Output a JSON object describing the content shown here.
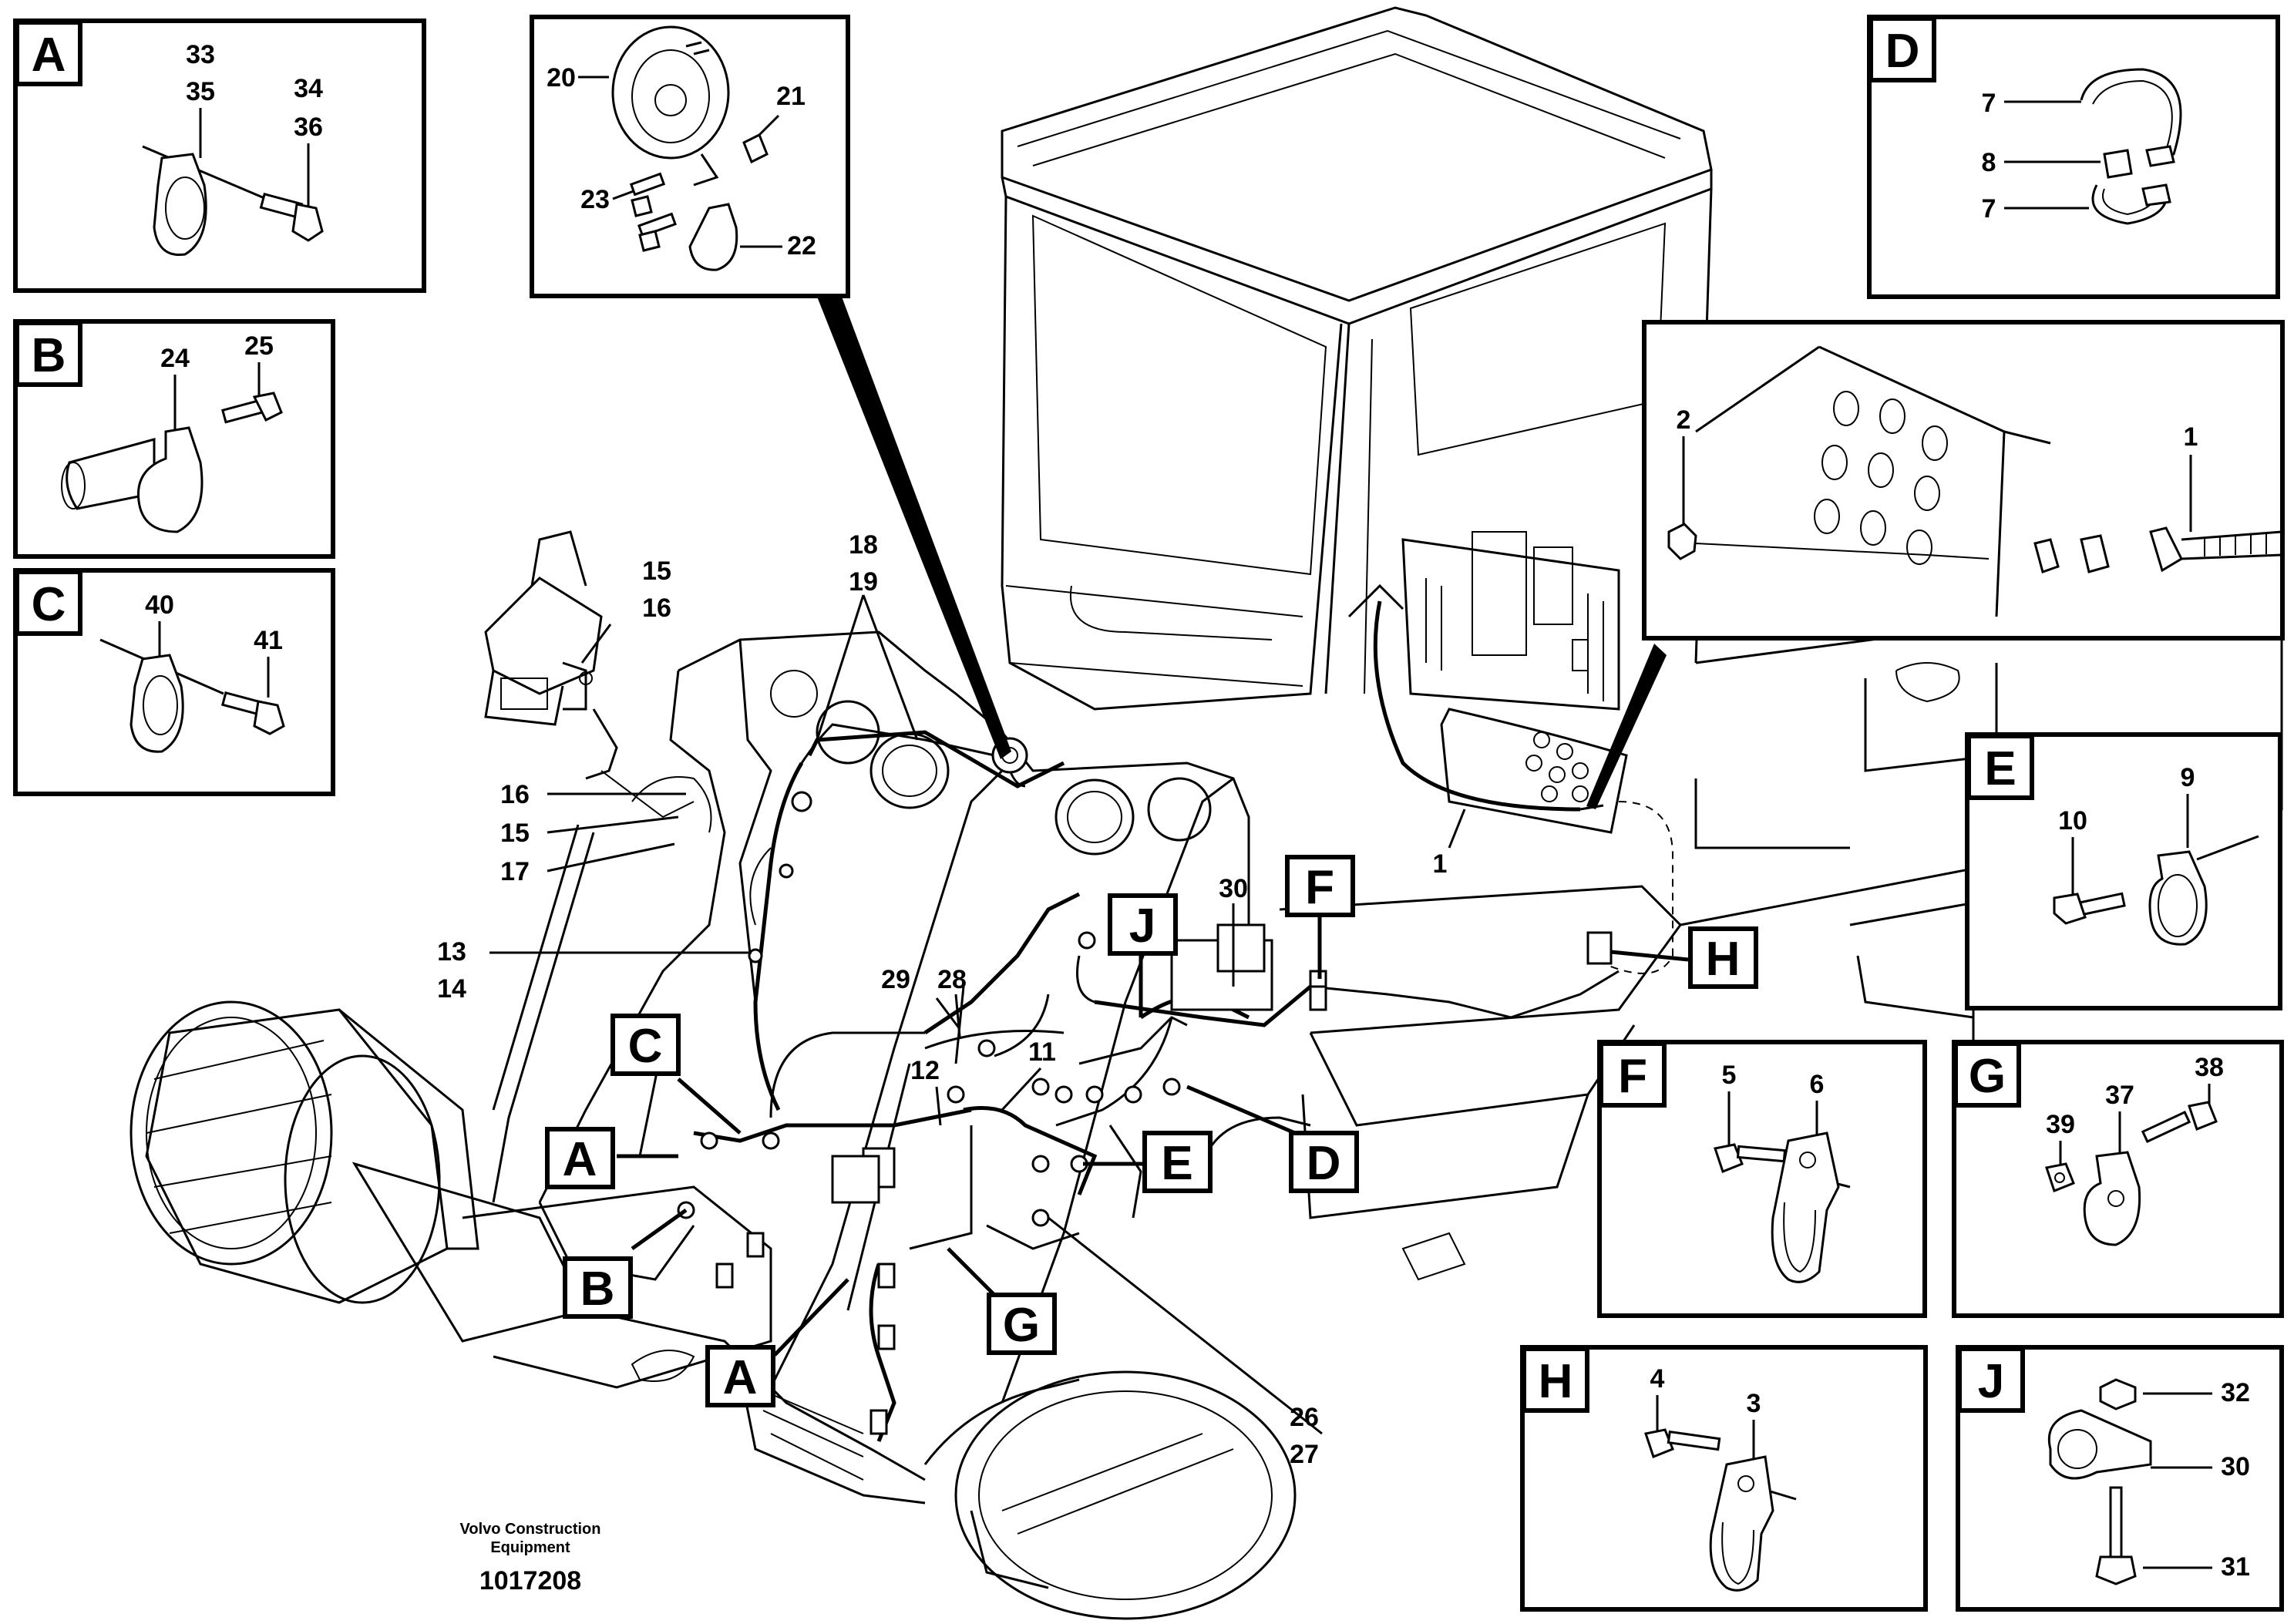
{
  "footer": {
    "company_line1": "Volvo Construction",
    "company_line2": "Equipment",
    "drawing_number": "1017208"
  },
  "detail_panels": {
    "A": {
      "letter": "A",
      "callouts": [
        "33",
        "35",
        "34",
        "36"
      ]
    },
    "B": {
      "letter": "B",
      "callouts": [
        "24",
        "25"
      ]
    },
    "C": {
      "letter": "C",
      "callouts": [
        "40",
        "41"
      ]
    },
    "D": {
      "letter": "D",
      "callouts": [
        "7",
        "8",
        "7"
      ]
    },
    "E": {
      "letter": "E",
      "callouts": [
        "10",
        "9"
      ]
    },
    "F": {
      "letter": "F",
      "callouts": [
        "5",
        "6"
      ]
    },
    "G": {
      "letter": "G",
      "callouts": [
        "37",
        "38",
        "39"
      ]
    },
    "H": {
      "letter": "H",
      "callouts": [
        "4",
        "3"
      ]
    },
    "J": {
      "letter": "J",
      "callouts": [
        "32",
        "30",
        "31"
      ]
    },
    "horn": {
      "callouts": [
        "20",
        "21",
        "23",
        "22"
      ]
    },
    "connector": {
      "callouts": [
        "2",
        "1"
      ]
    }
  },
  "main_callouts": {
    "c15a": "15",
    "c16a": "16",
    "c18": "18",
    "c19": "19",
    "c16b": "16",
    "c15b": "15",
    "c17": "17",
    "c13": "13",
    "c14": "14",
    "c1": "1",
    "c30": "30",
    "c29": "29",
    "c28": "28",
    "c12": "12",
    "c11": "11",
    "c26": "26",
    "c27": "27"
  },
  "main_tags": {
    "A1": "A",
    "A2": "A",
    "B": "B",
    "C": "C",
    "D": "D",
    "E": "E",
    "F": "F",
    "G": "G",
    "H": "H",
    "J": "J"
  }
}
